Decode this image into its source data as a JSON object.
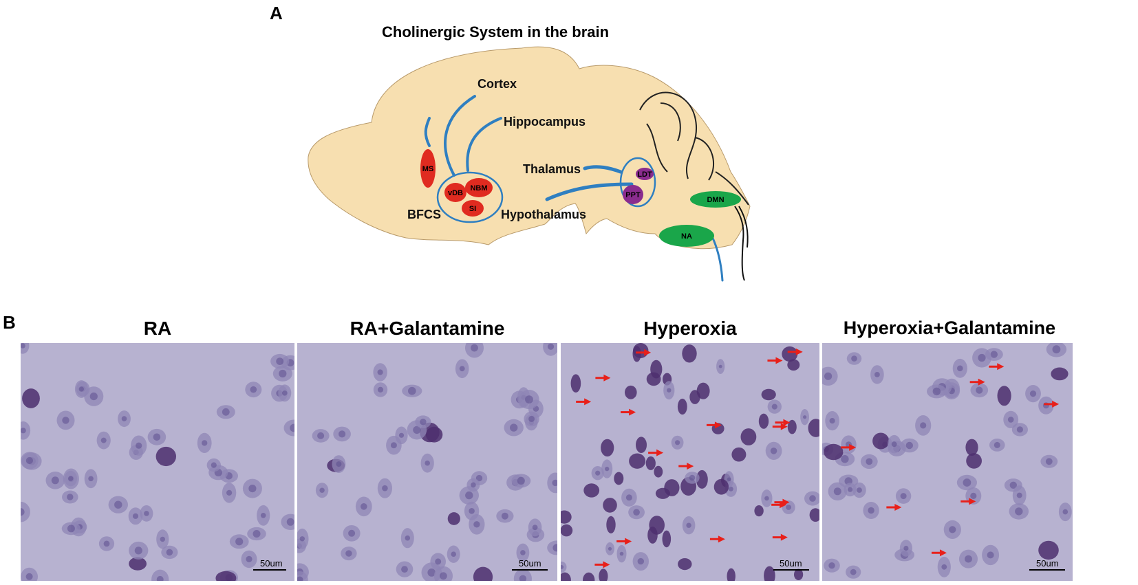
{
  "panel_a": {
    "letter": "A",
    "title": "Cholinergic System in the brain",
    "labels": {
      "cortex": "Cortex",
      "hippocampus": "Hippocampus",
      "thalamus": "Thalamus",
      "hypothalamus": "Hypothalamus",
      "bfcs": "BFCS"
    },
    "nuclei": {
      "ms": "MS",
      "vdb": "vDB",
      "nbm": "NBM",
      "si": "SI",
      "ldt": "LDT",
      "ppt": "PPT",
      "dmn": "DMN",
      "na": "NA"
    },
    "colors": {
      "brain": "#f7dfb0",
      "pathway": "#2f7fc1",
      "forebrain_nuclei": "#e02b20",
      "brainstem_nuclei": "#8a2c8e",
      "medulla_nuclei": "#1aa64a"
    }
  },
  "panel_b": {
    "letter": "B",
    "panels": [
      {
        "title": "RA",
        "scale": "50um",
        "arrows": 0
      },
      {
        "title": "RA+Galantamine",
        "scale": "50um",
        "arrows": 0
      },
      {
        "title": "Hyperoxia",
        "scale": "50um",
        "arrows": 17
      },
      {
        "title": "Hyperoxia+Galantamine",
        "scale": "50um",
        "arrows": 7
      }
    ],
    "colors": {
      "tissue": "#b7b2d0",
      "cell": "#8f86b5",
      "nucleus": "#5c4f8e",
      "dark_cell": "#4e2f6e",
      "arrow": "#e8201a"
    }
  }
}
